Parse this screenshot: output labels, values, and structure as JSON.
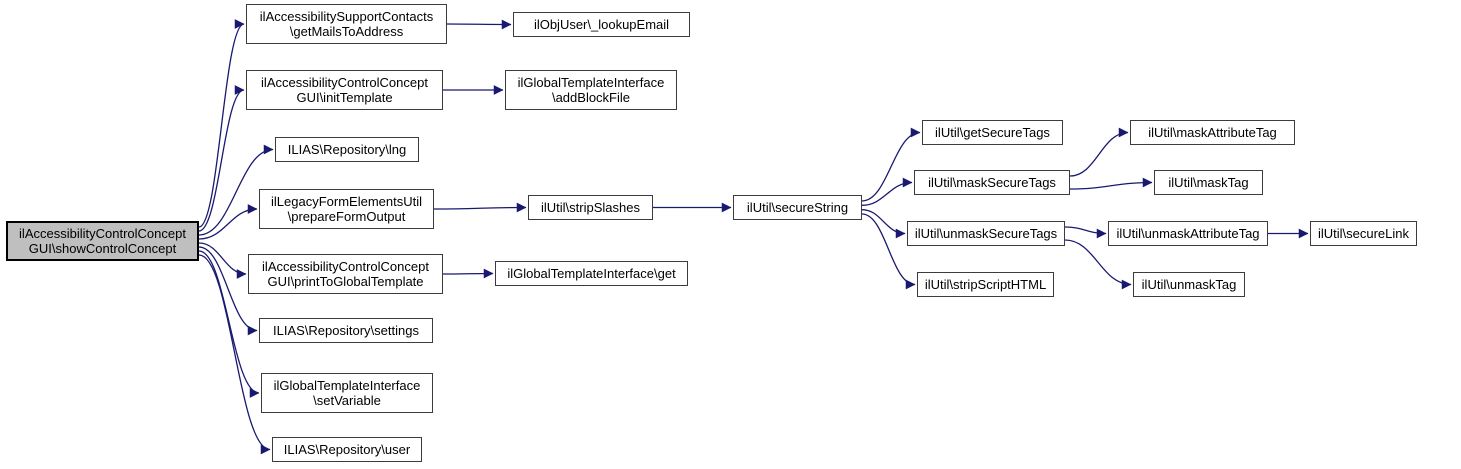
{
  "diagram": {
    "type": "call-graph",
    "background": "#ffffff"
  },
  "colors": {
    "edge": "#191970",
    "node_border": "#3c3c3c",
    "node_fill": "#ffffff",
    "focus_fill": "#bfbfbf",
    "text": "#000000"
  },
  "nodes": {
    "show": {
      "label": "ilAccessibilityControlConcept\nGUI\\showControlConcept"
    },
    "getMails": {
      "label": "ilAccessibilitySupportContacts\n\\getMailsToAddress"
    },
    "lookupEmail": {
      "label": "ilObjUser\\_lookupEmail"
    },
    "initTemplate": {
      "label": "ilAccessibilityControlConcept\nGUI\\initTemplate"
    },
    "addBlockFile": {
      "label": "ilGlobalTemplateInterface\n\\addBlockFile"
    },
    "lng": {
      "label": "ILIAS\\Repository\\lng"
    },
    "prepareForm": {
      "label": "ilLegacyFormElementsUtil\n\\prepareFormOutput"
    },
    "stripSlashes": {
      "label": "ilUtil\\stripSlashes"
    },
    "printToGlobal": {
      "label": "ilAccessibilityControlConcept\nGUI\\printToGlobalTemplate"
    },
    "getTpl": {
      "label": "ilGlobalTemplateInterface\\get"
    },
    "settings": {
      "label": "ILIAS\\Repository\\settings"
    },
    "setVariable": {
      "label": "ilGlobalTemplateInterface\n\\setVariable"
    },
    "user": {
      "label": "ILIAS\\Repository\\user"
    },
    "secureString": {
      "label": "ilUtil\\secureString"
    },
    "getSecureTags": {
      "label": "ilUtil\\getSecureTags"
    },
    "maskSecureTags": {
      "label": "ilUtil\\maskSecureTags"
    },
    "unmaskSecureTags": {
      "label": "ilUtil\\unmaskSecureTags"
    },
    "stripScriptHTML": {
      "label": "ilUtil\\stripScriptHTML"
    },
    "maskAttributeTag": {
      "label": "ilUtil\\maskAttributeTag"
    },
    "maskTag": {
      "label": "ilUtil\\maskTag"
    },
    "unmaskAttributeTag": {
      "label": "ilUtil\\unmaskAttributeTag"
    },
    "unmaskTag": {
      "label": "ilUtil\\unmaskTag"
    },
    "secureLink": {
      "label": "ilUtil\\secureLink"
    }
  },
  "edges": [
    {
      "from": "show",
      "to": "getMails"
    },
    {
      "from": "show",
      "to": "initTemplate"
    },
    {
      "from": "show",
      "to": "lng"
    },
    {
      "from": "show",
      "to": "prepareForm"
    },
    {
      "from": "show",
      "to": "printToGlobal"
    },
    {
      "from": "show",
      "to": "settings"
    },
    {
      "from": "show",
      "to": "setVariable"
    },
    {
      "from": "show",
      "to": "user"
    },
    {
      "from": "getMails",
      "to": "lookupEmail"
    },
    {
      "from": "initTemplate",
      "to": "addBlockFile"
    },
    {
      "from": "prepareForm",
      "to": "stripSlashes"
    },
    {
      "from": "stripSlashes",
      "to": "secureString"
    },
    {
      "from": "printToGlobal",
      "to": "getTpl"
    },
    {
      "from": "secureString",
      "to": "getSecureTags"
    },
    {
      "from": "secureString",
      "to": "maskSecureTags"
    },
    {
      "from": "secureString",
      "to": "unmaskSecureTags"
    },
    {
      "from": "secureString",
      "to": "stripScriptHTML"
    },
    {
      "from": "maskSecureTags",
      "to": "maskAttributeTag"
    },
    {
      "from": "maskSecureTags",
      "to": "maskTag"
    },
    {
      "from": "unmaskSecureTags",
      "to": "unmaskAttributeTag"
    },
    {
      "from": "unmaskSecureTags",
      "to": "unmaskTag"
    },
    {
      "from": "unmaskAttributeTag",
      "to": "secureLink"
    }
  ]
}
